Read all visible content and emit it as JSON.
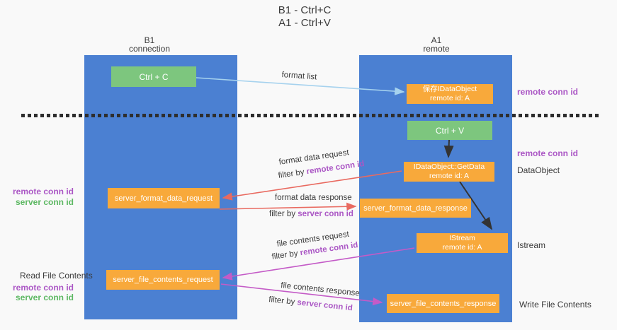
{
  "title": {
    "line1": "B1 - Ctrl+C",
    "line2": "A1 - Ctrl+V"
  },
  "left_column": {
    "header_top": "B1",
    "header_bottom": "connection"
  },
  "right_column": {
    "header_top": "A1",
    "header_bottom": "remote"
  },
  "nodes": {
    "ctrl_c": "Ctrl + C",
    "ctrl_v": "Ctrl + V",
    "save_idataobject": {
      "line1": "保存IDataObject",
      "line2": "remote id: A"
    },
    "getdata": {
      "line1": "IDataObject::GetData",
      "line2": "remote id: A"
    },
    "istream": {
      "line1": "IStream",
      "line2": "remote id: A"
    },
    "server_format_data_request": "server_format_data_request",
    "server_format_data_response": "server_format_data_response",
    "server_file_contents_request": "server_file_contents_request",
    "server_file_contents_response": "server_file_contents_response"
  },
  "right_side_labels": {
    "remote_conn_id_top": "remote conn id",
    "remote_conn_id_mid": "remote conn id",
    "dataobject": "DataObject",
    "istream": "Istream",
    "write_file_contents": "Write File Contents"
  },
  "left_side_labels": {
    "remote_conn_id_mid": "remote conn id",
    "server_conn_id_mid": "server conn id",
    "read_file_contents": "Read File Contents",
    "remote_conn_id_bottom": "remote conn id",
    "server_conn_id_bottom": "server conn id"
  },
  "arrow_labels": {
    "format_list": "format list",
    "format_data_request": "format data request",
    "format_data_response": "format data response",
    "file_contents_request": "file contents request",
    "file_contents_response": "file contents response",
    "filter_by": "filter by",
    "remote_conn_id": "remote conn id",
    "server_conn_id": "server conn id"
  },
  "colors": {
    "column_blue": "#4b80d2",
    "node_green": "#7dc67e",
    "node_orange": "#f8a93b",
    "arrow_lightblue": "#a6d2ee",
    "arrow_red": "#e96a60",
    "arrow_magenta": "#c45bc7",
    "arrow_black": "#333333",
    "text_purple": "#ab57c5",
    "text_green": "#5db863"
  }
}
